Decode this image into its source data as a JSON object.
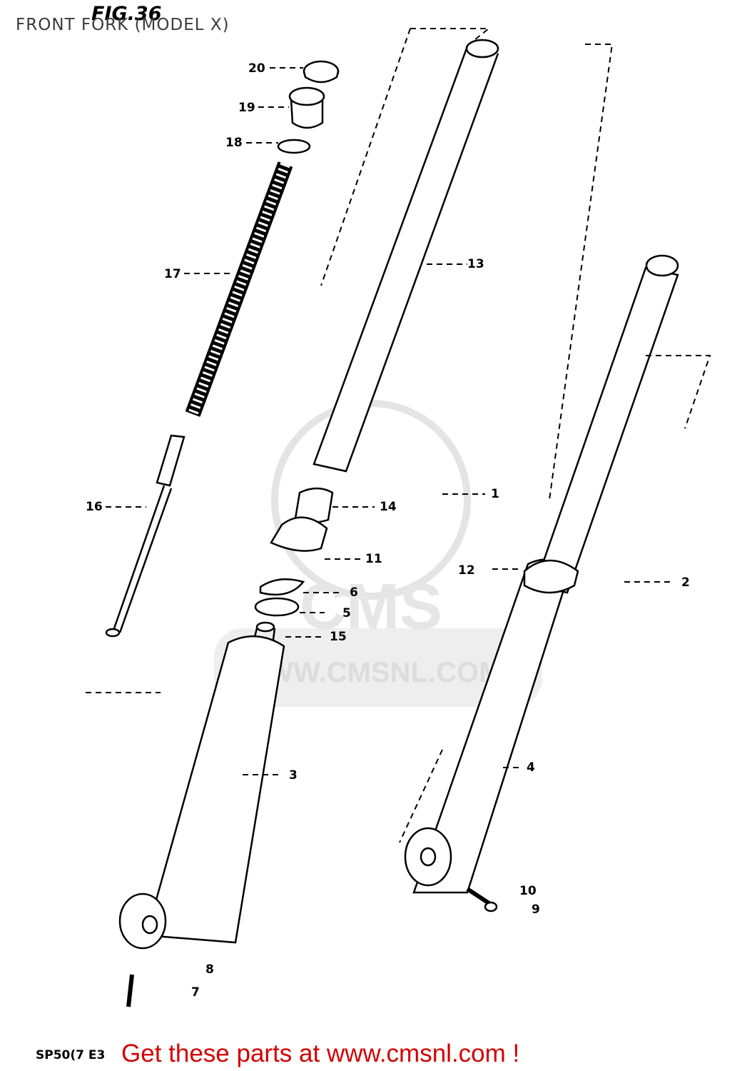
{
  "header": {
    "fig": "FIG.36",
    "title": "FRONT FORK (MODEL X)"
  },
  "labels": [
    "20",
    "19",
    "18",
    "17",
    "16",
    "13",
    "1",
    "14",
    "11",
    "12",
    "6",
    "5",
    "15",
    "2",
    "3",
    "4",
    "10",
    "9",
    "8",
    "7"
  ],
  "footer": {
    "code": "SP50(7 E3",
    "promo": "Get these parts at www.cmsnl.com !"
  },
  "watermark": {
    "brand": "CMS",
    "url": "WWW.CMSNL.COM"
  }
}
